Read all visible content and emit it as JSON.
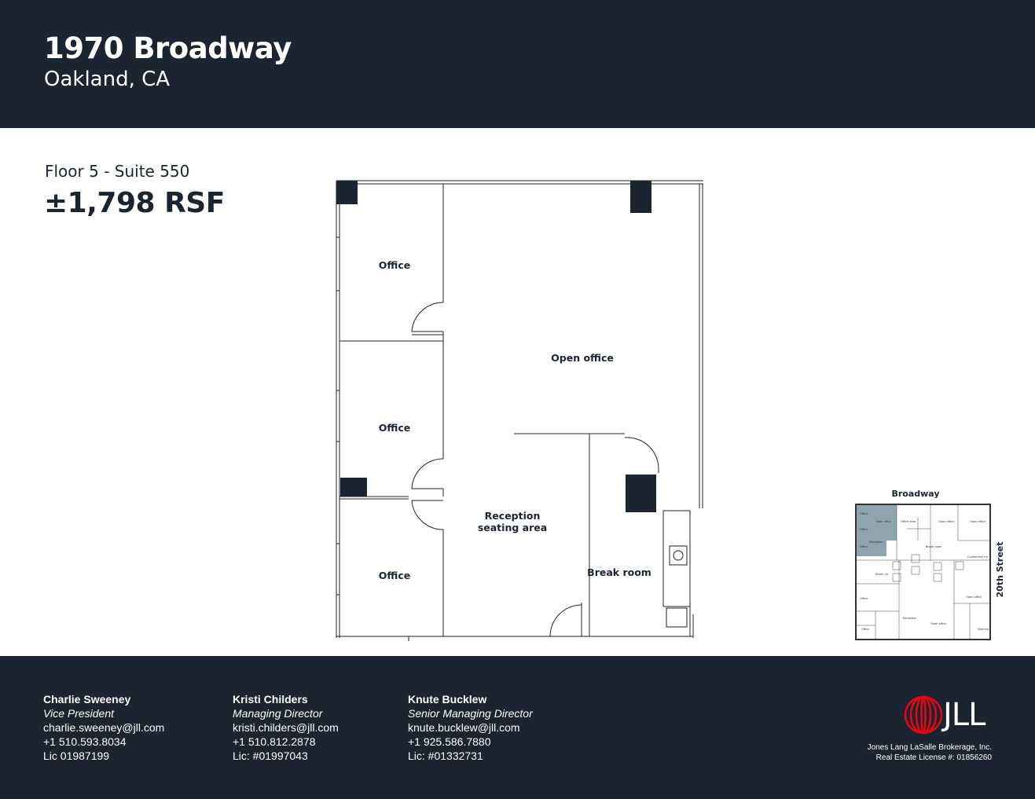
{
  "header": {
    "title": "1970 Broadway",
    "subtitle": "Oakland, CA"
  },
  "suite": {
    "label": "Floor 5 - Suite 550",
    "area": "±1,798 RSF"
  },
  "floorplan": {
    "rooms": {
      "office_1": "Office",
      "office_2": "Office",
      "office_3": "Office",
      "open_office": "Open office",
      "reception_line1": "Reception",
      "reception_line2": "seating area",
      "break_room": "Break room"
    }
  },
  "keyplan": {
    "street_top": "Broadway",
    "street_right": "20th Street",
    "highlight_color": "#8fa4ad"
  },
  "contacts": [
    {
      "name": "Charlie Sweeney",
      "title": "Vice President",
      "email": "charlie.sweeney@jll.com",
      "phone": "+1 510.593.8034",
      "license": "Lic 01987199"
    },
    {
      "name": "Kristi Childers",
      "title": "Managing Director",
      "email": "kristi.childers@jll.com",
      "phone": "+1 510.812.2878",
      "license": "Lic: #01997043"
    },
    {
      "name": "Knute Bucklew",
      "title": "Senior Managing Director",
      "email": "knute.bucklew@jll.com",
      "phone": "+1 925.586.7880",
      "license": "Lic: #01332731"
    }
  ],
  "branding": {
    "logo_text": "JLL",
    "logo_color": "#e30613",
    "broker_line1": "Jones Lang LaSalle Brokerage, Inc.",
    "broker_line2": "Real Estate License #: 01856260"
  },
  "colors": {
    "navy": "#1b2531"
  }
}
